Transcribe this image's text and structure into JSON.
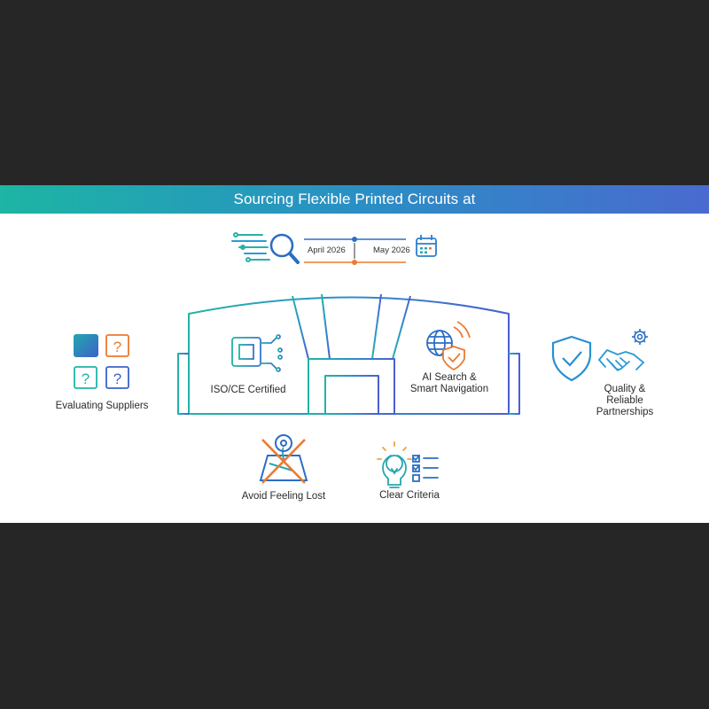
{
  "banner": {
    "title": "Sourcing Flexible Printed Circuits at"
  },
  "timeline": {
    "start": "April 2026",
    "end": "May 2026"
  },
  "labels": {
    "evaluating": "Evaluating Suppliers",
    "iso": "ISO/CE Certified",
    "ai_line1": "AI Search &",
    "ai_line2": "Smart Navigation",
    "quality_line1": "Quality &",
    "quality_line2": "Reliable",
    "quality_line3": "Partnerships",
    "avoid": "Avoid Feeling Lost",
    "criteria": "Clear Criteria"
  },
  "icons": {
    "q_mark": "?"
  },
  "colors": {
    "teal": "#1fb5a6",
    "blue": "#3b63c9",
    "orange": "#ec7a2f",
    "sky": "#2a9bd6"
  }
}
